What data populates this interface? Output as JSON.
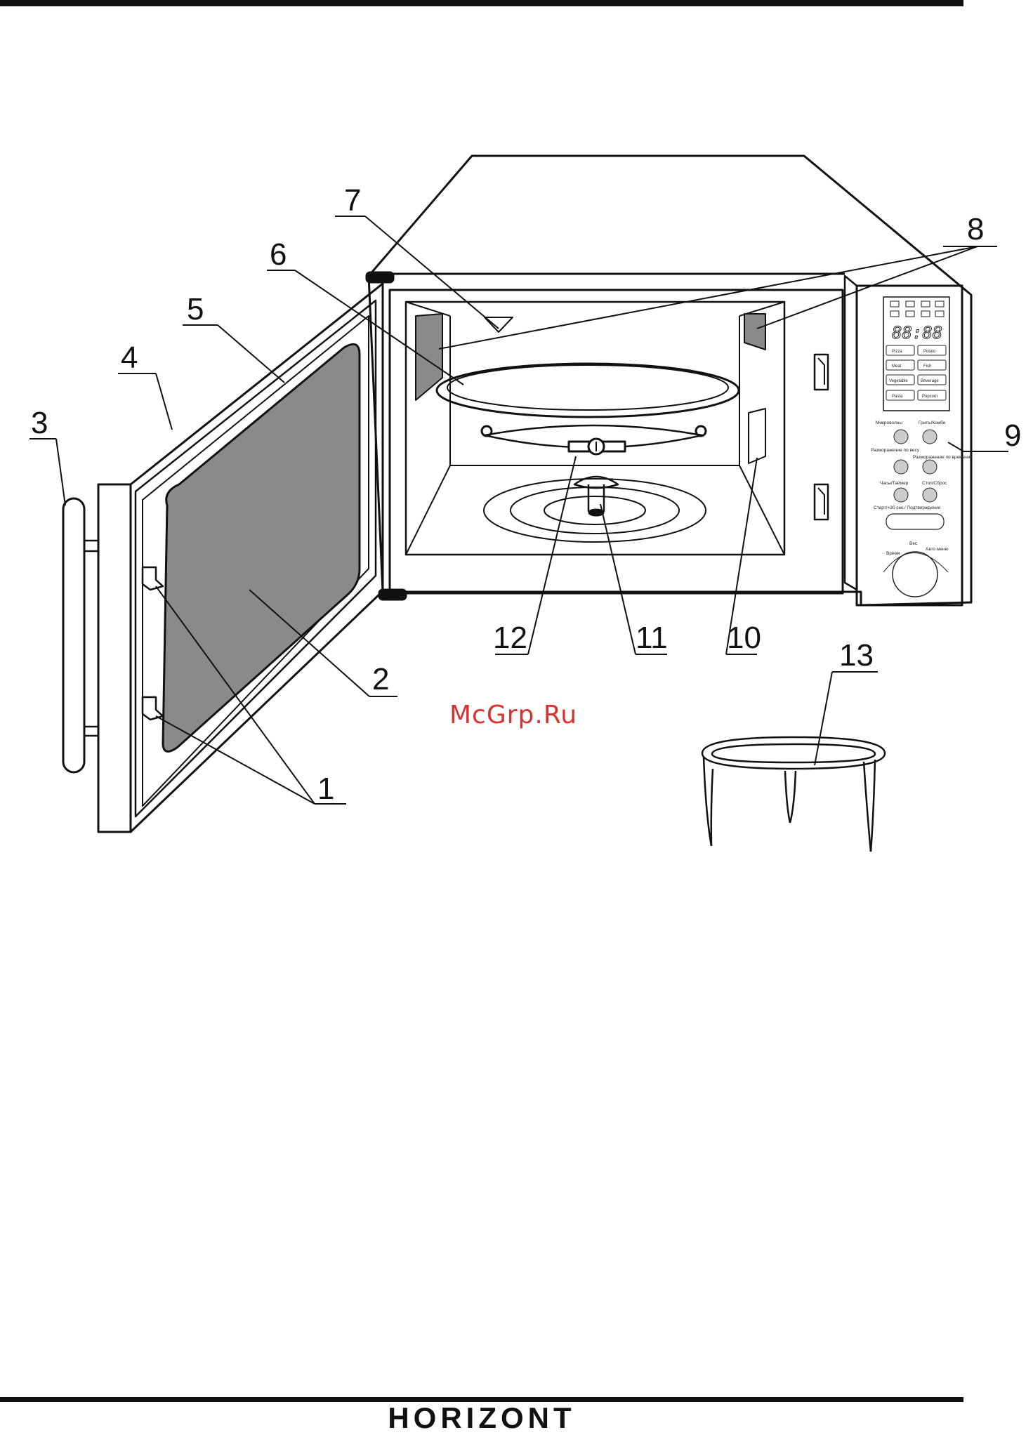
{
  "callouts": {
    "c1": "1",
    "c2": "2",
    "c3": "3",
    "c4": "4",
    "c5": "5",
    "c6": "6",
    "c7": "7",
    "c8": "8",
    "c9": "9",
    "c10": "10",
    "c11": "11",
    "c12": "12",
    "c13": "13"
  },
  "control_panel": {
    "display_digits": "88:88",
    "program_buttons": [
      "Pizza",
      "Potato",
      "Meat",
      "Fish",
      "Vegetable",
      "Beverage",
      "Pasta",
      "Popcorn"
    ],
    "btn_microwave": "Микроволны",
    "btn_grill": "Гриль/Комби",
    "btn_defrost_weight": "Разморажение по весу",
    "btn_defrost_time": "Разморажение по времени",
    "btn_clock": "Часы/Таймер",
    "btn_stop": "Стоп/Сброс",
    "btn_start": "Старт/+30 сек./ Подтверждение",
    "dial_labels": [
      "Время",
      "Вес",
      "Авто меню"
    ]
  },
  "watermark": "McGrp.Ru",
  "brand": "HORIZONT",
  "colors": {
    "ink": "#111111",
    "glass": "#8a8a8a",
    "watermark": "#d93030"
  }
}
